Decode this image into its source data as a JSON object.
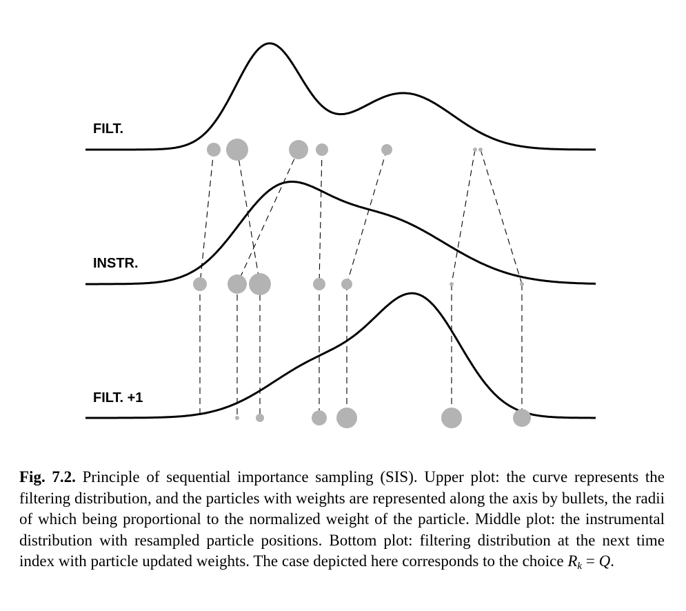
{
  "figure": {
    "labels": {
      "top": "FILT.",
      "middle": "INSTR.",
      "bottom": "FILT. +1"
    },
    "colors": {
      "curve": "#000000",
      "particle": "#b3b3b3",
      "link": "#000000"
    }
  },
  "caption": {
    "label": "Fig. 7.2.",
    "text": "Principle of sequential importance sampling (SIS). Upper plot: the curve represents the filtering distribution, and the particles with weights are represented along the axis by bullets, the radii of which being proportional to the normalized weight of the particle. Middle plot: the instrumental distribution with resampled particle positions. Bottom plot: filtering distribution at the next time index with particle updated weights. The case depicted here corresponds to the choice",
    "math_lhs": "R",
    "math_sub": "k",
    "math_rel": " = ",
    "math_rhs": "Q",
    "math_end": "."
  }
}
